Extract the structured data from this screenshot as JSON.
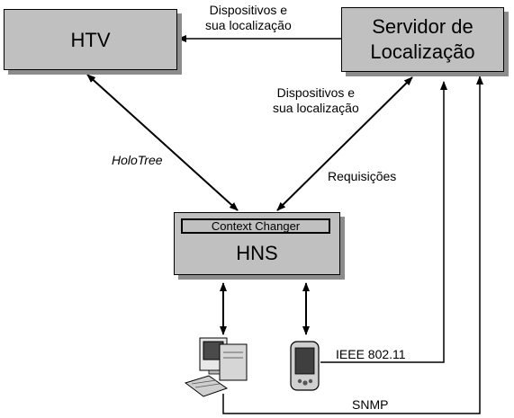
{
  "nodes": {
    "htv": "HTV",
    "servidor_line1": "Servidor de",
    "servidor_line2": "Localização",
    "hns": "HNS",
    "context_changer": "Context Changer"
  },
  "labels": {
    "top_line1": "Dispositivos e",
    "top_line2": "sua localização",
    "mid_line1": "Dispositivos e",
    "mid_line2": "sua localização",
    "holotree": "HoloTree",
    "requisicoes": "Requisições",
    "ieee": "IEEE 802.11",
    "snmp": "SNMP"
  },
  "icons": [
    "desktop-computer-icon",
    "pda-device-icon"
  ]
}
